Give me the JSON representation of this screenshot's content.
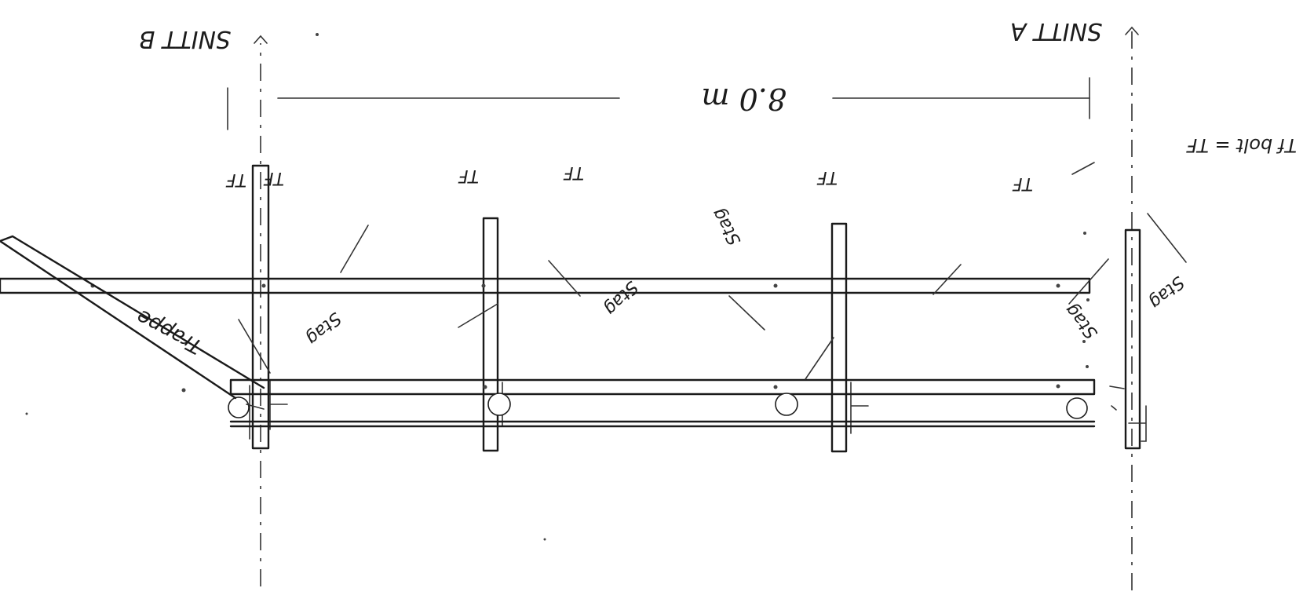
{
  "labels": {
    "snitt_a": "SNITT A",
    "snitt_b": "SNITT B",
    "dimension": "8.0 m",
    "trappe": "Trappe",
    "stag": "Stag",
    "tf": "TF",
    "tf_bolt": "Tf bolt = TF"
  },
  "colors": {
    "ink": "#1c1c1c",
    "paper": "#ffffff"
  }
}
